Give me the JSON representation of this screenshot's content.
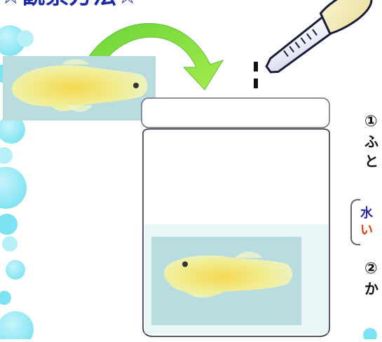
{
  "title": "☆観察方法☆",
  "step1": {
    "num": "①",
    "line2": "ふ",
    "line3": "と"
  },
  "note": {
    "line1": "水",
    "line2": "い"
  },
  "step2": {
    "num": "②",
    "line2": "か"
  },
  "colors": {
    "title": "#1a2aa8",
    "bubble": "#7de3f2",
    "arrow": "#66cc33",
    "fish_bg": "#b9dcdf",
    "fish_body": "#f2ec7a",
    "water": "#cbe9ee",
    "dropper": "#2a2a5a"
  }
}
